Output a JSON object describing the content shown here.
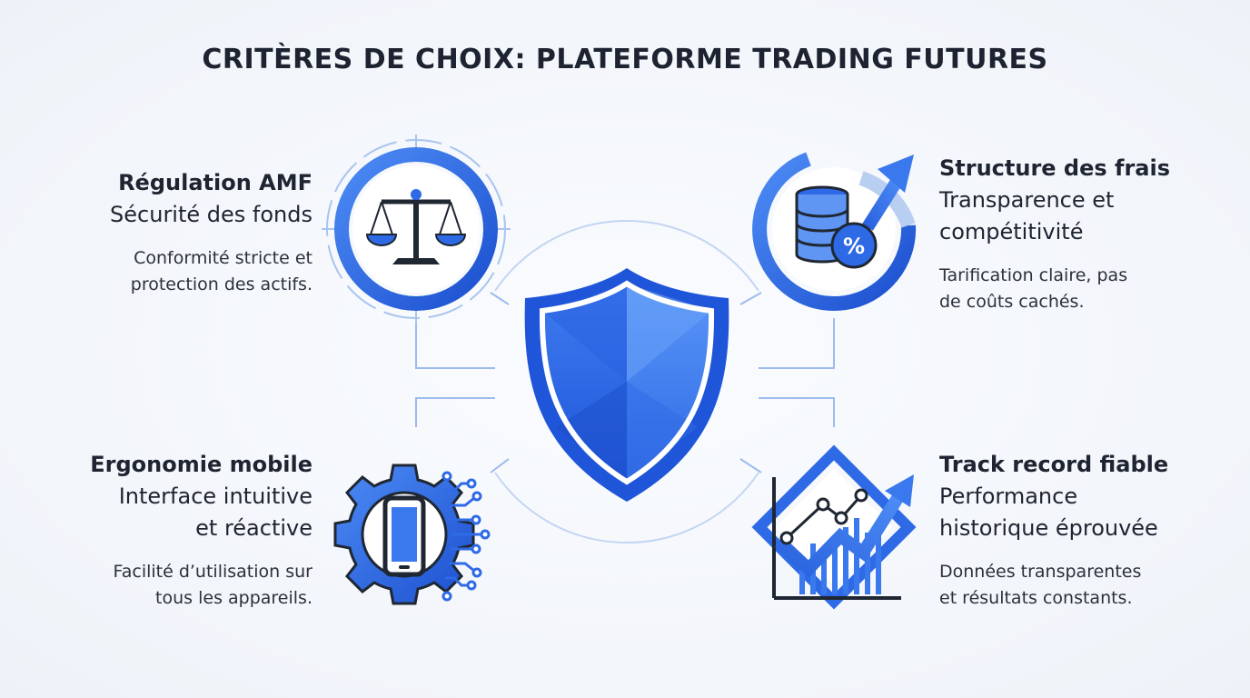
{
  "title": "CRITÈRES DE CHOIX: PLATEFORME TRADING FUTURES",
  "criteria": {
    "regulation": {
      "heading": "Régulation AMF",
      "subheading": "Sécurité des fonds",
      "description": "Conformité stricte et\nprotection des actifs.",
      "icon": "scales-icon"
    },
    "fees": {
      "heading": "Structure des frais",
      "subheading": "Transparence et\ncompétitivité",
      "description": "Tarification claire, pas\nde coûts cachés.",
      "icon": "coins-percent-icon"
    },
    "mobile": {
      "heading": "Ergonomie mobile",
      "subheading": "Interface intuitive\net réactive",
      "description": "Facilité d’utilisation sur\ntous les appareils.",
      "icon": "mobile-gear-icon"
    },
    "track_record": {
      "heading": "Track record fiable",
      "subheading": "Performance\nhistorique éprouvée",
      "description": "Données transparentes\net résultats constants.",
      "icon": "growth-chart-icon"
    }
  },
  "center_icon": "shield-icon",
  "colors": {
    "primary_blue": "#2f6ae6",
    "dark_blue": "#1a4fc4",
    "light_blue": "#8fb4ef",
    "text_dark": "#1e2431",
    "background": "#f3f6fb"
  }
}
